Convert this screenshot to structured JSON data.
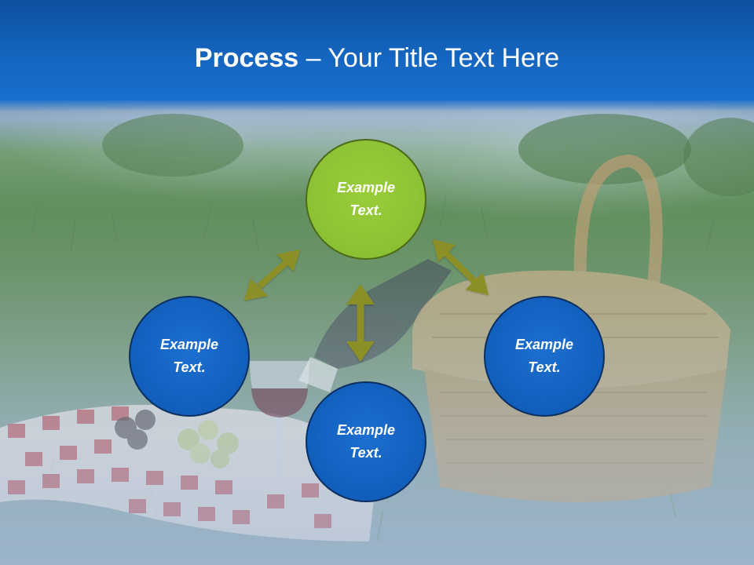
{
  "title": {
    "bold": "Process",
    "rest": " – Your Title Text Here"
  },
  "diagram": {
    "nodes": [
      {
        "id": "top",
        "line1": "Example",
        "line2": "Text.",
        "color": "#8ec335"
      },
      {
        "id": "left",
        "line1": "Example",
        "line2": "Text.",
        "color": "#1360bf"
      },
      {
        "id": "right",
        "line1": "Example",
        "line2": "Text.",
        "color": "#1360bf"
      },
      {
        "id": "bottom",
        "line1": "Example",
        "line2": "Text.",
        "color": "#1360bf"
      }
    ],
    "arrow_color": "#8b8f28"
  },
  "colors": {
    "title_bar": "#1465bf",
    "node_blue": "#1360bf",
    "node_green": "#8ec335"
  }
}
